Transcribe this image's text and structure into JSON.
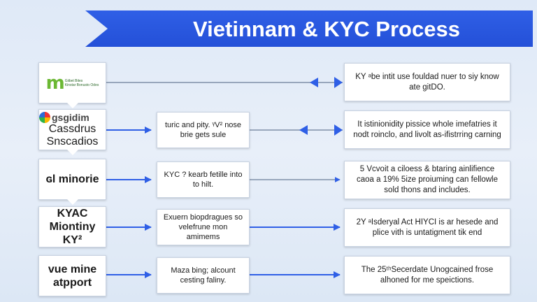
{
  "title": "Vietinnam & KYC Process",
  "rows": [
    {
      "left": {
        "type": "logo",
        "logo_letter": "m",
        "logo_lines": [
          "Giibet Bites",
          "Kinstar Bonusto Odes"
        ]
      },
      "middle": null,
      "right": "KY ᵃbe intit use fouldad nuer to siy know ate gitDO."
    },
    {
      "left": {
        "type": "logo",
        "logo_name": "gsgidim",
        "logo_sub": "Cassdrus Snscadios"
      },
      "middle": "turic and pity. ᵞV² nose brie gets sule",
      "right": "It istinionidity pissice whole imefatries it nodt roinclo, and livolt as-ifistrring carning"
    },
    {
      "left": {
        "type": "text",
        "text": "ɢl minorie"
      },
      "middle": "KYC ? kearb fetille into to hilt.",
      "right": "5 Vcvoit a ciloess & btaring ainlifience caoa a 19% 5ize proiuming can fellowle sold thons and includes."
    },
    {
      "left": {
        "type": "text",
        "text": "KYAC Miontiny KY²"
      },
      "middle": "Exuern biopdragues so velefrune mon amimems",
      "right": "2Y ᵃIsderyal Act HIYCI is ar hesede and plice vith is untatigment tik end"
    },
    {
      "left": {
        "type": "text",
        "text": "vue mine atpport"
      },
      "middle": "Maza bing; alcount cesting faliny.",
      "right": "The 25ᵗʰSecerdate Unogcained frose alhoned for me speictions."
    }
  ],
  "colors": {
    "banner": "#2f5fe6",
    "arrow": "#2f5fe6",
    "line": "#9aa6b8"
  }
}
